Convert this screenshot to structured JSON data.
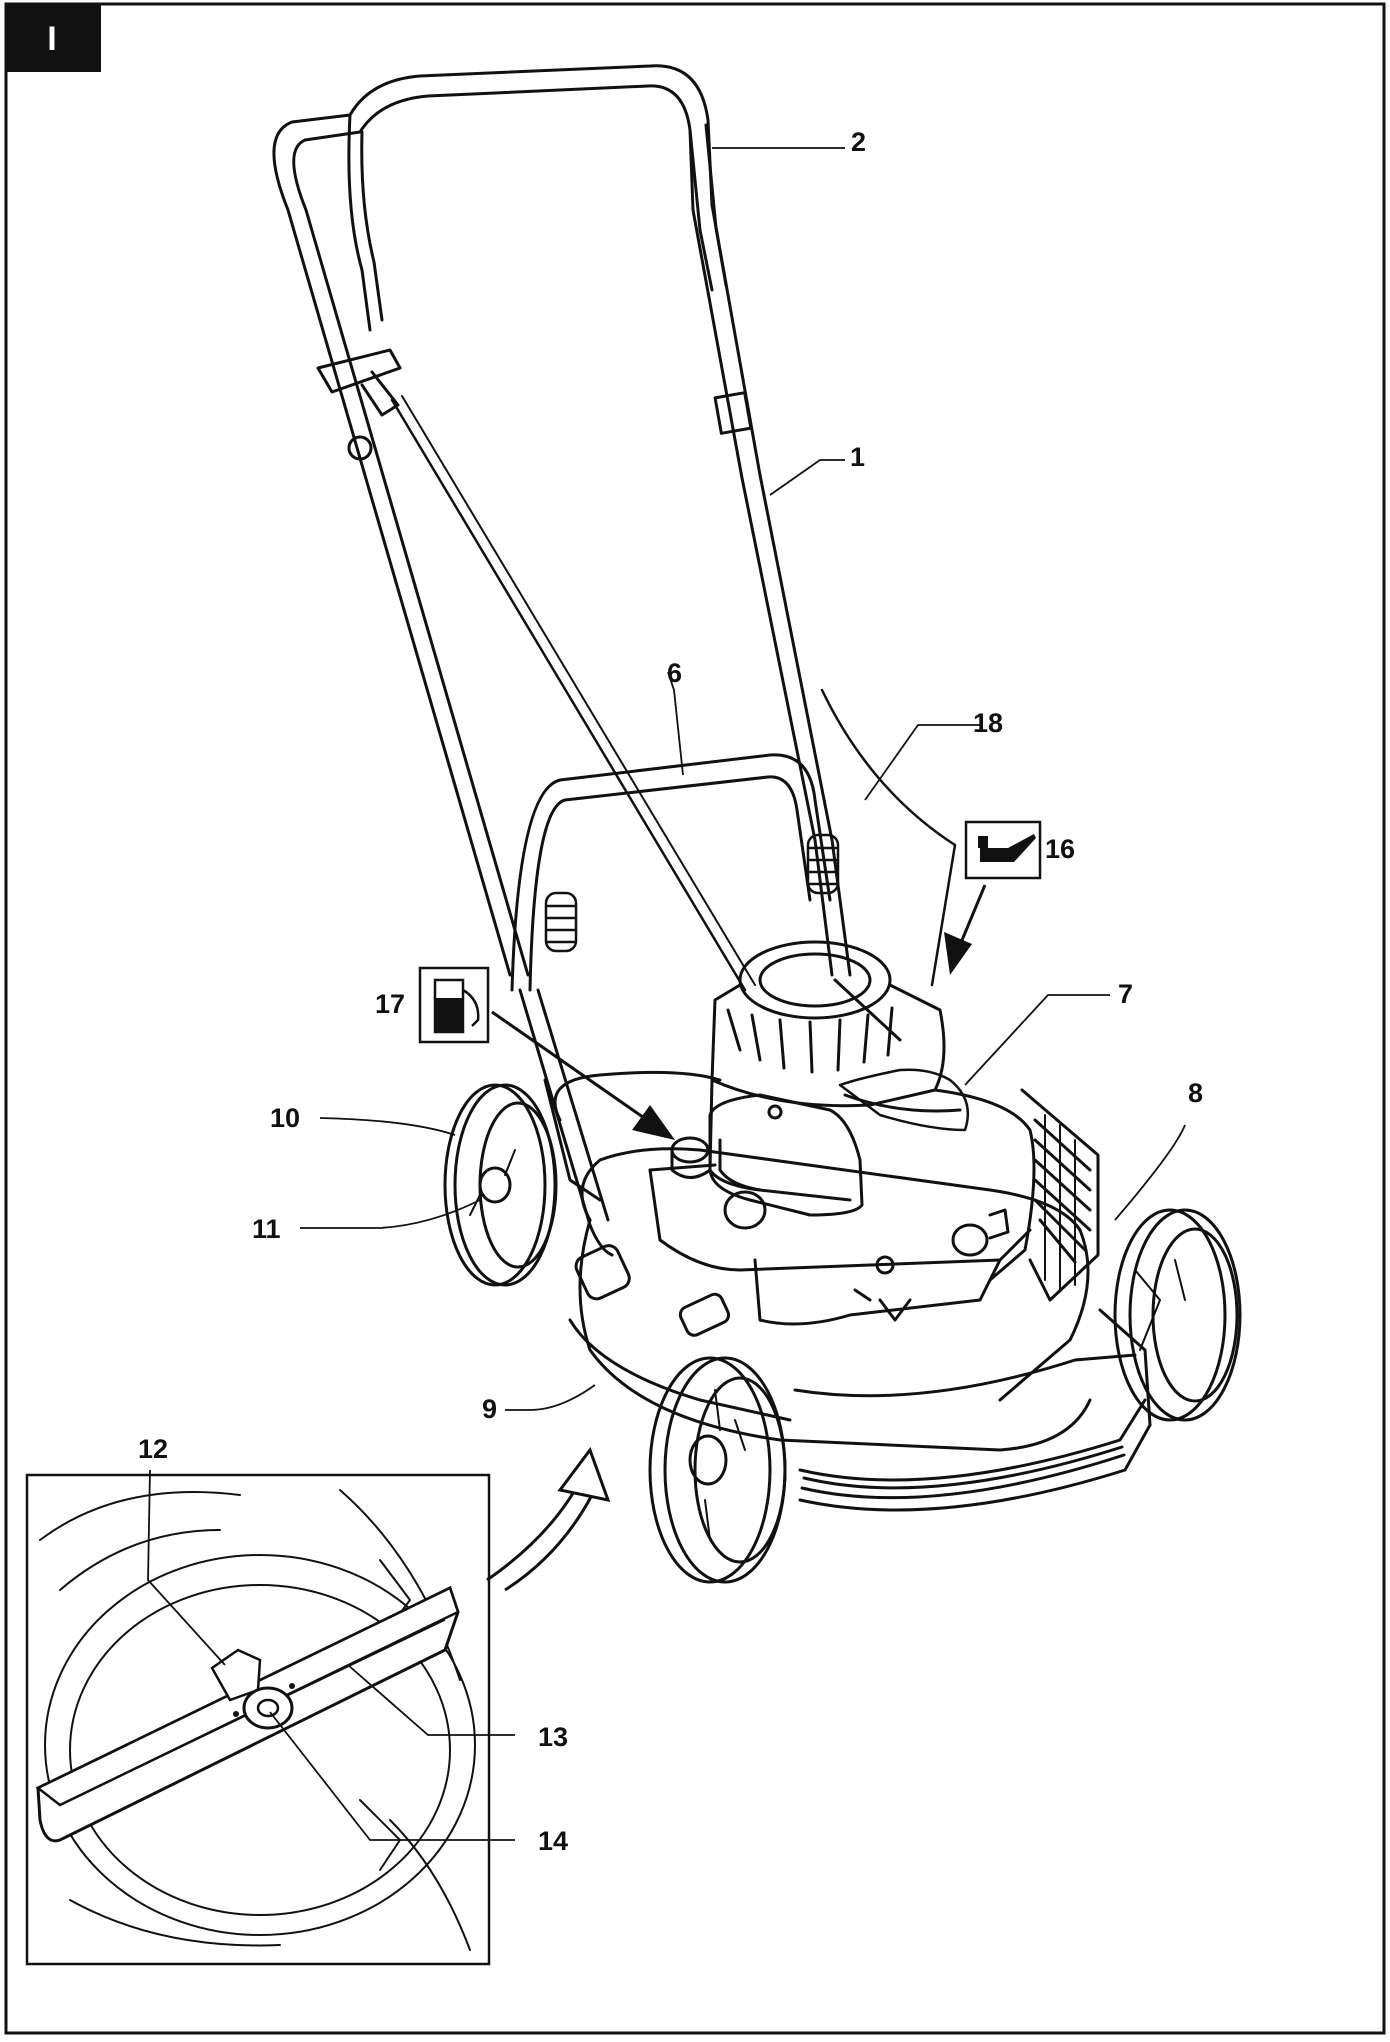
{
  "section_tab": "I",
  "callouts": {
    "c1": "1",
    "c2": "2",
    "c6": "6",
    "c7": "7",
    "c8": "8",
    "c9": "9",
    "c10": "10",
    "c11": "11",
    "c12": "12",
    "c13": "13",
    "c14": "14",
    "c16": "16",
    "c17": "17",
    "c18": "18"
  },
  "icons": {
    "fuel": "fuel-pump-icon",
    "oil": "oil-can-icon",
    "arrow": "curved-arrow-icon"
  }
}
